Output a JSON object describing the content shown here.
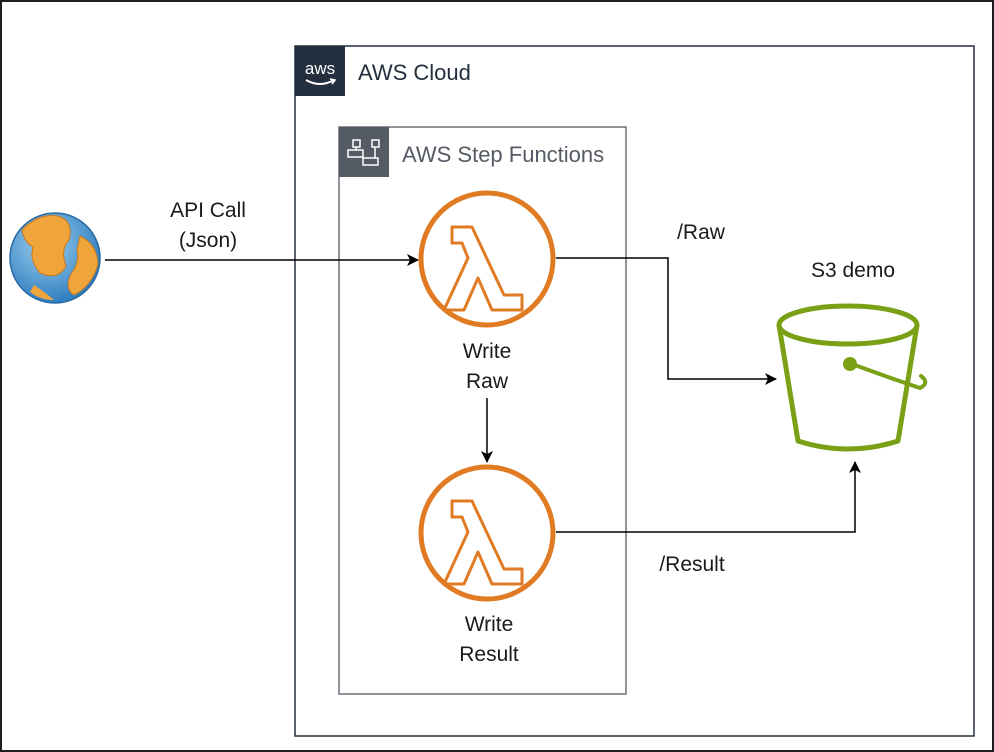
{
  "colors": {
    "background": "#ffffff",
    "window_frame": "#1e1e1e",
    "group_border": "#232f3e",
    "step_border": "#545b64",
    "lambda": "#e07b24",
    "s3": "#7aa116",
    "edge": "#000000"
  },
  "groups": {
    "aws_cloud": {
      "label": "AWS Cloud",
      "icon": "aws-logo-icon",
      "logo_text": "aws"
    },
    "step_functions": {
      "label": "AWS Step Functions",
      "icon": "step-functions-icon"
    }
  },
  "nodes": {
    "client": {
      "icon": "globe-icon"
    },
    "write_raw": {
      "icon": "lambda-icon",
      "label_line1": "Write",
      "label_line2": "Raw"
    },
    "write_result": {
      "icon": "lambda-icon",
      "label_line1": "Write",
      "label_line2": "Result"
    },
    "bucket": {
      "icon": "s3-bucket-icon",
      "label": "S3 demo"
    }
  },
  "edges": {
    "api_call": {
      "from": "client",
      "to": "write_raw",
      "label_line1": "API Call",
      "label_line2": "(Json)"
    },
    "raw_to_result": {
      "from": "write_raw",
      "to": "write_result"
    },
    "raw_to_s3": {
      "from": "write_raw",
      "to": "bucket",
      "label": "/Raw"
    },
    "result_to_s3": {
      "from": "write_result",
      "to": "bucket",
      "label": "/Result"
    }
  }
}
